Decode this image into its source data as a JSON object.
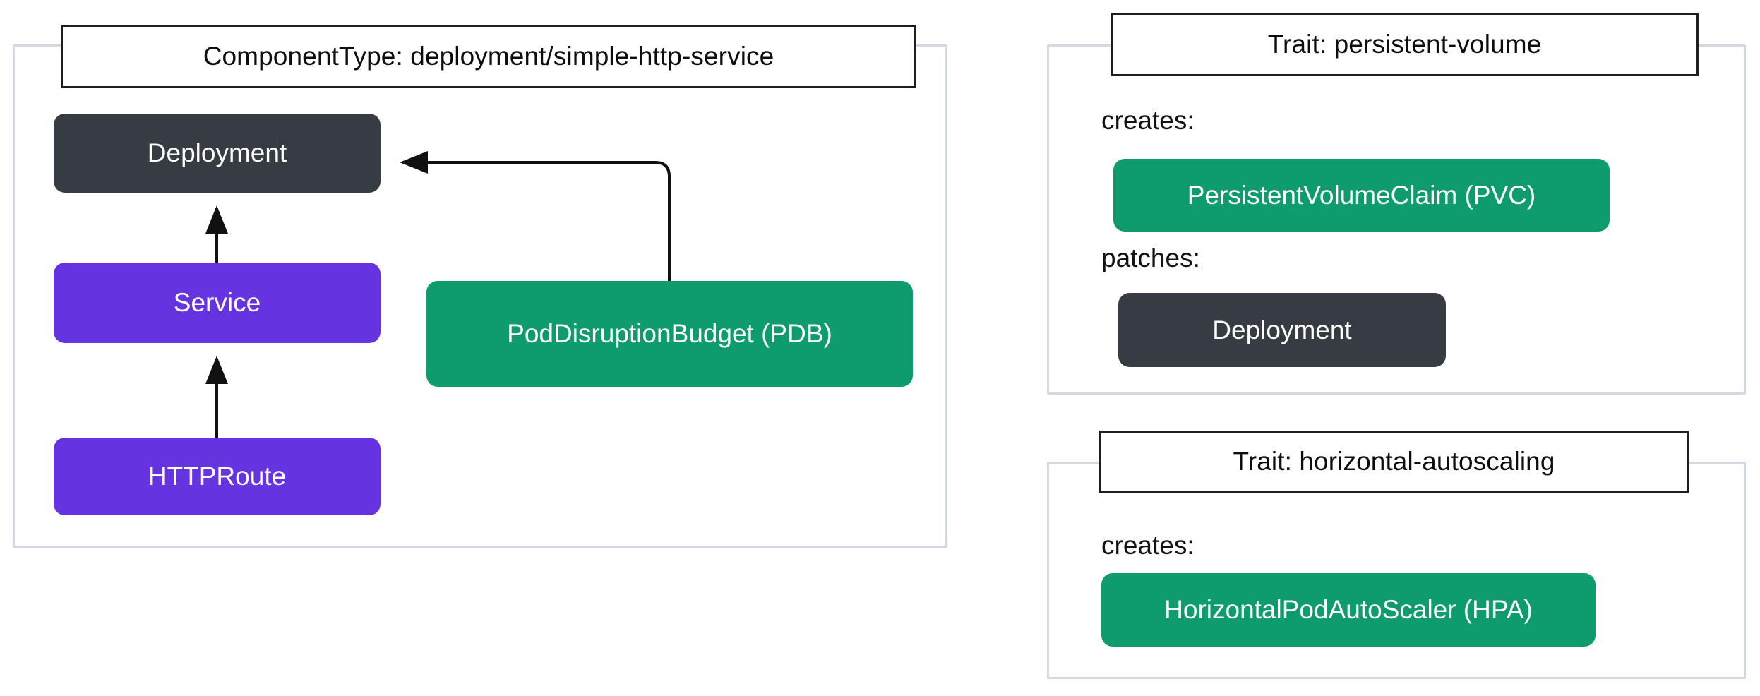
{
  "diagram": {
    "type": "flowchart",
    "background": "#ffffff",
    "palette": {
      "dark_node": "#373c43",
      "purple_node": "#6633e0",
      "green_node": "#0e9b6e",
      "subgraph_border": "#d3d9e3",
      "title_border": "#1f1f1f",
      "edge": "#111111",
      "node_text": "#ffffff",
      "label_text": "#131313"
    },
    "subgraphs": [
      {
        "id": "component-type",
        "title": "ComponentType: deployment/simple-http-service",
        "nodes": [
          {
            "id": "deployment",
            "label": "Deployment",
            "style": "dark"
          },
          {
            "id": "service",
            "label": "Service",
            "style": "purple"
          },
          {
            "id": "httproute",
            "label": "HTTPRoute",
            "style": "purple"
          },
          {
            "id": "pdb",
            "label": "PodDisruptionBudget (PDB)",
            "style": "green"
          }
        ],
        "edges": [
          {
            "from": "service",
            "to": "deployment",
            "arrow": "up"
          },
          {
            "from": "httproute",
            "to": "service",
            "arrow": "up"
          },
          {
            "from": "pdb",
            "to": "deployment",
            "arrow": "left"
          }
        ]
      },
      {
        "id": "trait-persistent-volume",
        "title": "Trait: persistent-volume",
        "sections": [
          {
            "label": "creates:",
            "nodes": [
              {
                "id": "pvc",
                "label": "PersistentVolumeClaim (PVC)",
                "style": "green"
              }
            ]
          },
          {
            "label": "patches:",
            "nodes": [
              {
                "id": "pv-deployment",
                "label": "Deployment",
                "style": "dark"
              }
            ]
          }
        ]
      },
      {
        "id": "trait-horizontal-autoscaling",
        "title": "Trait: horizontal-autoscaling",
        "sections": [
          {
            "label": "creates:",
            "nodes": [
              {
                "id": "hpa",
                "label": "HorizontalPodAutoScaler (HPA)",
                "style": "green"
              }
            ]
          }
        ]
      }
    ]
  }
}
